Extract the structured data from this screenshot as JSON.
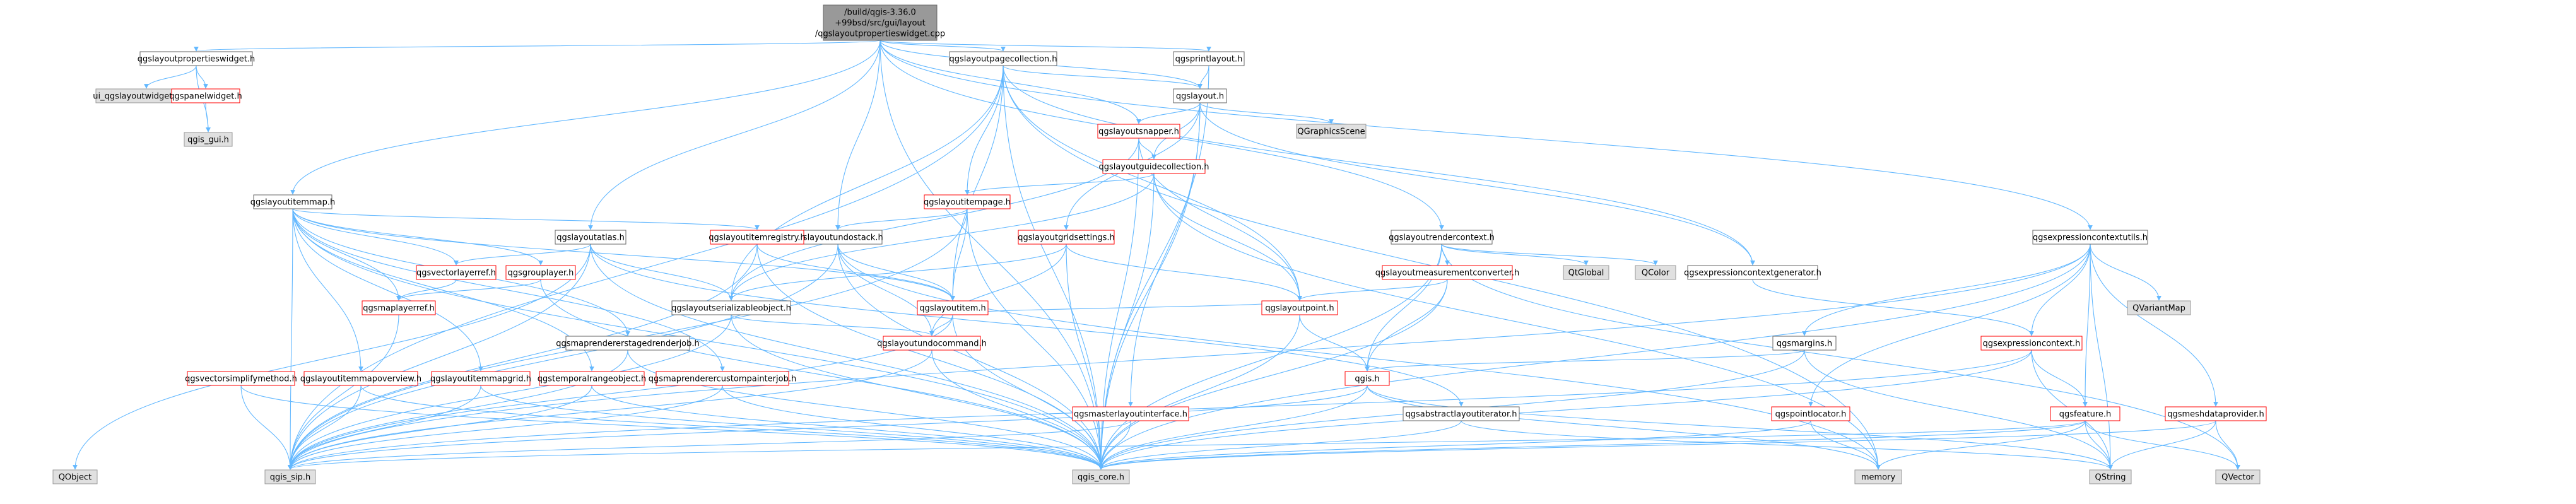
{
  "graph": {
    "root": "root",
    "colors": {
      "edge": "#63b8ff",
      "root_fill": "#999999",
      "normal_fill": "#ffffff",
      "normal_border": "#666666",
      "external_fill": "#e0e0e0",
      "external_border": "#999999",
      "red_border": "#ff0000"
    },
    "nodes": [
      {
        "id": "root",
        "lines": [
          "/build/qgis-3.36.0",
          "+99bsd/src/gui/layout",
          "/qgslayoutpropertieswidget.cpp"
        ],
        "style": "root"
      },
      {
        "id": "propwidget",
        "lines": [
          "qgslayoutpropertieswidget.h"
        ],
        "style": "normal"
      },
      {
        "id": "ui_base",
        "lines": [
          "ui_qgslayoutwidgetbase.h"
        ],
        "style": "external"
      },
      {
        "id": "panelwidget",
        "lines": [
          "qgspanelwidget.h"
        ],
        "style": "red"
      },
      {
        "id": "qgis_gui",
        "lines": [
          "qgis_gui.h"
        ],
        "style": "external"
      },
      {
        "id": "pagecoll",
        "lines": [
          "qgslayoutpagecollection.h"
        ],
        "style": "normal"
      },
      {
        "id": "printlayout",
        "lines": [
          "qgsprintlayout.h"
        ],
        "style": "normal"
      },
      {
        "id": "layout",
        "lines": [
          "qgslayout.h"
        ],
        "style": "normal"
      },
      {
        "id": "gfxscene",
        "lines": [
          "QGraphicsScene"
        ],
        "style": "external"
      },
      {
        "id": "snapper",
        "lines": [
          "qgslayoutsnapper.h"
        ],
        "style": "red"
      },
      {
        "id": "guidecoll",
        "lines": [
          "qgslayoutguidecollection.h"
        ],
        "style": "red"
      },
      {
        "id": "itempage",
        "lines": [
          "qgslayoutitempage.h"
        ],
        "style": "red"
      },
      {
        "id": "gridsettings",
        "lines": [
          "qgslayoutgridsettings.h"
        ],
        "style": "red"
      },
      {
        "id": "itemmap",
        "lines": [
          "qgslayoutitemmap.h"
        ],
        "style": "normal"
      },
      {
        "id": "atlas",
        "lines": [
          "qgslayoutatlas.h"
        ],
        "style": "normal"
      },
      {
        "id": "undostack",
        "lines": [
          "qgslayoutundostack.h"
        ],
        "style": "normal"
      },
      {
        "id": "itemregistry",
        "lines": [
          "qgslayoutitemregistry.h"
        ],
        "style": "red"
      },
      {
        "id": "vectorlayerref",
        "lines": [
          "qgsvectorlayerref.h"
        ],
        "style": "red"
      },
      {
        "id": "grouplayer",
        "lines": [
          "qgsgrouplayer.h"
        ],
        "style": "red"
      },
      {
        "id": "maplayerref",
        "lines": [
          "qgsmaplayerref.h"
        ],
        "style": "red"
      },
      {
        "id": "serializable",
        "lines": [
          "qgslayoutserializableobject.h"
        ],
        "style": "normal"
      },
      {
        "id": "layoutitem",
        "lines": [
          "qgslayoutitem.h"
        ],
        "style": "red"
      },
      {
        "id": "undocommand",
        "lines": [
          "qgslayoutundocommand.h"
        ],
        "style": "red"
      },
      {
        "id": "staged",
        "lines": [
          "qgsmaprendererstagedrenderjob.h"
        ],
        "style": "normal"
      },
      {
        "id": "vectorsimplify",
        "lines": [
          "qgsvectorsimplifymethod.h"
        ],
        "style": "red"
      },
      {
        "id": "mapoverview",
        "lines": [
          "qgslayoutitemmapoverview.h"
        ],
        "style": "red"
      },
      {
        "id": "mapgrid",
        "lines": [
          "qgslayoutitemmapgrid.h"
        ],
        "style": "red"
      },
      {
        "id": "temporalrange",
        "lines": [
          "qgstemporalrangeobject.h"
        ],
        "style": "red"
      },
      {
        "id": "custompainter",
        "lines": [
          "qgsmaprenderercustompainterjob.h"
        ],
        "style": "red"
      },
      {
        "id": "rendercontext",
        "lines": [
          "qgslayoutrendercontext.h"
        ],
        "style": "normal"
      },
      {
        "id": "measureconv",
        "lines": [
          "qgslayoutmeasurementconverter.h"
        ],
        "style": "red"
      },
      {
        "id": "layoutpoint",
        "lines": [
          "qgslayoutpoint.h"
        ],
        "style": "red"
      },
      {
        "id": "masterlayout",
        "lines": [
          "qgsmasterlayoutinterface.h"
        ],
        "style": "red"
      },
      {
        "id": "qgish",
        "lines": [
          "qgis.h"
        ],
        "style": "red"
      },
      {
        "id": "abstractiter",
        "lines": [
          "qgsabstractlayoutiterator.h"
        ],
        "style": "normal"
      },
      {
        "id": "qglobal",
        "lines": [
          "QtGlobal"
        ],
        "style": "external"
      },
      {
        "id": "qcolor",
        "lines": [
          "QColor"
        ],
        "style": "external"
      },
      {
        "id": "exprctxgen",
        "lines": [
          "qgsexpressioncontextgenerator.h"
        ],
        "style": "normal"
      },
      {
        "id": "exprutils",
        "lines": [
          "qgsexpressioncontextutils.h"
        ],
        "style": "normal"
      },
      {
        "id": "qvariantmap",
        "lines": [
          "QVariantMap"
        ],
        "style": "external"
      },
      {
        "id": "margins",
        "lines": [
          "qgsmargins.h"
        ],
        "style": "normal"
      },
      {
        "id": "exprctx",
        "lines": [
          "qgsexpressioncontext.h"
        ],
        "style": "red"
      },
      {
        "id": "pointlocator",
        "lines": [
          "qgspointlocator.h"
        ],
        "style": "red"
      },
      {
        "id": "feature",
        "lines": [
          "qgsfeature.h"
        ],
        "style": "red"
      },
      {
        "id": "meshprovider",
        "lines": [
          "qgsmeshdataprovider.h"
        ],
        "style": "red"
      },
      {
        "id": "qobject",
        "lines": [
          "QObject"
        ],
        "style": "external"
      },
      {
        "id": "qgis_sip",
        "lines": [
          "qgis_sip.h"
        ],
        "style": "external"
      },
      {
        "id": "qgis_core",
        "lines": [
          "qgis_core.h"
        ],
        "style": "external"
      },
      {
        "id": "memory",
        "lines": [
          "memory"
        ],
        "style": "external"
      },
      {
        "id": "qstring",
        "lines": [
          "QString"
        ],
        "style": "external"
      },
      {
        "id": "qvector",
        "lines": [
          "QVector"
        ],
        "style": "external"
      }
    ],
    "edges": [
      [
        "root",
        "propwidget"
      ],
      [
        "root",
        "itemmap"
      ],
      [
        "root",
        "atlas"
      ],
      [
        "root",
        "undostack"
      ],
      [
        "root",
        "pagecoll"
      ],
      [
        "root",
        "snapper"
      ],
      [
        "root",
        "layout"
      ],
      [
        "root",
        "printlayout"
      ],
      [
        "root",
        "rendercontext"
      ],
      [
        "root",
        "exprutils"
      ],
      [
        "root",
        "qgis_core"
      ],
      [
        "propwidget",
        "ui_base"
      ],
      [
        "propwidget",
        "panelwidget"
      ],
      [
        "propwidget",
        "qgis_gui"
      ],
      [
        "panelwidget",
        "qgis_gui"
      ],
      [
        "pagecoll",
        "layout"
      ],
      [
        "pagecoll",
        "itempage"
      ],
      [
        "pagecoll",
        "serializable"
      ],
      [
        "pagecoll",
        "layoutitem"
      ],
      [
        "pagecoll",
        "layoutpoint"
      ],
      [
        "pagecoll",
        "qgis_core"
      ],
      [
        "pagecoll",
        "qgis_sip"
      ],
      [
        "pagecoll",
        "exprctxgen"
      ],
      [
        "pagecoll",
        "memory"
      ],
      [
        "printlayout",
        "layout"
      ],
      [
        "printlayout",
        "qgis_core"
      ],
      [
        "layout",
        "gfxscene"
      ],
      [
        "layout",
        "snapper"
      ],
      [
        "layout",
        "guidecoll"
      ],
      [
        "layout",
        "gridsettings"
      ],
      [
        "layout",
        "masterlayout"
      ],
      [
        "layout",
        "qgis_core"
      ],
      [
        "layout",
        "exprctxgen"
      ],
      [
        "snapper",
        "guidecoll"
      ],
      [
        "snapper",
        "serializable"
      ],
      [
        "snapper",
        "layoutpoint"
      ],
      [
        "snapper",
        "qgis_core"
      ],
      [
        "guidecoll",
        "itempage"
      ],
      [
        "guidecoll",
        "serializable"
      ],
      [
        "guidecoll",
        "layoutpoint"
      ],
      [
        "guidecoll",
        "qgis_core"
      ],
      [
        "guidecoll",
        "memory"
      ],
      [
        "itempage",
        "layoutitem"
      ],
      [
        "itempage",
        "undostack"
      ],
      [
        "itempage",
        "qgis_sip"
      ],
      [
        "itempage",
        "qgis_core"
      ],
      [
        "gridsettings",
        "serializable"
      ],
      [
        "gridsettings",
        "layoutpoint"
      ],
      [
        "gridsettings",
        "undocommand"
      ],
      [
        "gridsettings",
        "qgis_core"
      ],
      [
        "itemmap",
        "itemregistry"
      ],
      [
        "itemmap",
        "vectorlayerref"
      ],
      [
        "itemmap",
        "grouplayer"
      ],
      [
        "itemmap",
        "maplayerref"
      ],
      [
        "itemmap",
        "layoutitem"
      ],
      [
        "itemmap",
        "staged"
      ],
      [
        "itemmap",
        "mapoverview"
      ],
      [
        "itemmap",
        "mapgrid"
      ],
      [
        "itemmap",
        "temporalrange"
      ],
      [
        "itemmap",
        "custompainter"
      ],
      [
        "itemmap",
        "qgis_core"
      ],
      [
        "itemmap",
        "qgis_sip"
      ],
      [
        "atlas",
        "serializable"
      ],
      [
        "atlas",
        "abstractiter"
      ],
      [
        "atlas",
        "vectorlayerref"
      ],
      [
        "atlas",
        "qgis_core"
      ],
      [
        "atlas",
        "qgis_sip"
      ],
      [
        "atlas",
        "qobject"
      ],
      [
        "undostack",
        "undocommand"
      ],
      [
        "undostack",
        "layoutitem"
      ],
      [
        "undostack",
        "qgis_core"
      ],
      [
        "undostack",
        "qgis_sip"
      ],
      [
        "undostack",
        "memory"
      ],
      [
        "itemregistry",
        "layoutitem"
      ],
      [
        "itemregistry",
        "qgis_core"
      ],
      [
        "itemregistry",
        "qgis_sip"
      ],
      [
        "vectorlayerref",
        "maplayerref"
      ],
      [
        "grouplayer",
        "maplayerref"
      ],
      [
        "grouplayer",
        "qgis_core"
      ],
      [
        "maplayerref",
        "qgis_sip"
      ],
      [
        "serializable",
        "undocommand"
      ],
      [
        "serializable",
        "qgis_core"
      ],
      [
        "serializable",
        "qgis_sip"
      ],
      [
        "layoutitem",
        "undocommand"
      ],
      [
        "layoutitem",
        "layoutpoint"
      ],
      [
        "layoutitem",
        "qgis_core"
      ],
      [
        "layoutitem",
        "qgis_sip"
      ],
      [
        "undocommand",
        "qgis_core"
      ],
      [
        "undocommand",
        "qgis_sip"
      ],
      [
        "staged",
        "qgis_core"
      ],
      [
        "staged",
        "qgis_sip"
      ],
      [
        "vectorsimplify",
        "qgis_sip"
      ],
      [
        "vectorsimplify",
        "qgis_core"
      ],
      [
        "mapoverview",
        "qgis_core"
      ],
      [
        "mapoverview",
        "qgis_sip"
      ],
      [
        "mapgrid",
        "qgis_core"
      ],
      [
        "mapgrid",
        "qgis_sip"
      ],
      [
        "temporalrange",
        "qgis_core"
      ],
      [
        "temporalrange",
        "qgis_sip"
      ],
      [
        "custompainter",
        "qgis_core"
      ],
      [
        "custompainter",
        "qgis_sip"
      ],
      [
        "rendercontext",
        "measureconv"
      ],
      [
        "rendercontext",
        "qglobal"
      ],
      [
        "rendercontext",
        "qcolor"
      ],
      [
        "rendercontext",
        "qvector"
      ],
      [
        "rendercontext",
        "qgis_core"
      ],
      [
        "rendercontext",
        "qgish"
      ],
      [
        "measureconv",
        "layoutpoint"
      ],
      [
        "measureconv",
        "qgish"
      ],
      [
        "measureconv",
        "qgis_core"
      ],
      [
        "layoutpoint",
        "qgis_core"
      ],
      [
        "layoutpoint",
        "qgish"
      ],
      [
        "masterlayout",
        "qgis_core"
      ],
      [
        "masterlayout",
        "qgis_sip"
      ],
      [
        "qgish",
        "qgis_core"
      ],
      [
        "qgish",
        "qgis_sip"
      ],
      [
        "qgish",
        "qstring"
      ],
      [
        "qgish",
        "memory"
      ],
      [
        "abstractiter",
        "qgis_core"
      ],
      [
        "abstractiter",
        "qstring"
      ],
      [
        "exprctxgen",
        "exprctx"
      ],
      [
        "exprutils",
        "exprctx"
      ],
      [
        "exprutils",
        "qvariantmap"
      ],
      [
        "exprutils",
        "margins"
      ],
      [
        "exprutils",
        "pointlocator"
      ],
      [
        "exprutils",
        "feature"
      ],
      [
        "exprutils",
        "meshprovider"
      ],
      [
        "exprutils",
        "qgis_core"
      ],
      [
        "exprutils",
        "qgis_sip"
      ],
      [
        "exprutils",
        "qstring"
      ],
      [
        "margins",
        "qgis_core"
      ],
      [
        "margins",
        "qgish"
      ],
      [
        "margins",
        "qstring"
      ],
      [
        "exprctx",
        "feature"
      ],
      [
        "exprctx",
        "qgis_core"
      ],
      [
        "exprctx",
        "qgis_sip"
      ],
      [
        "exprctx",
        "qstring"
      ],
      [
        "pointlocator",
        "qgis_core"
      ],
      [
        "pointlocator",
        "memory"
      ],
      [
        "feature",
        "qgis_core"
      ],
      [
        "feature",
        "qgis_sip"
      ],
      [
        "feature",
        "qstring"
      ],
      [
        "feature",
        "qvector"
      ],
      [
        "feature",
        "memory"
      ],
      [
        "meshprovider",
        "qgis_core"
      ],
      [
        "meshprovider",
        "qvector"
      ],
      [
        "meshprovider",
        "qstring"
      ]
    ]
  }
}
